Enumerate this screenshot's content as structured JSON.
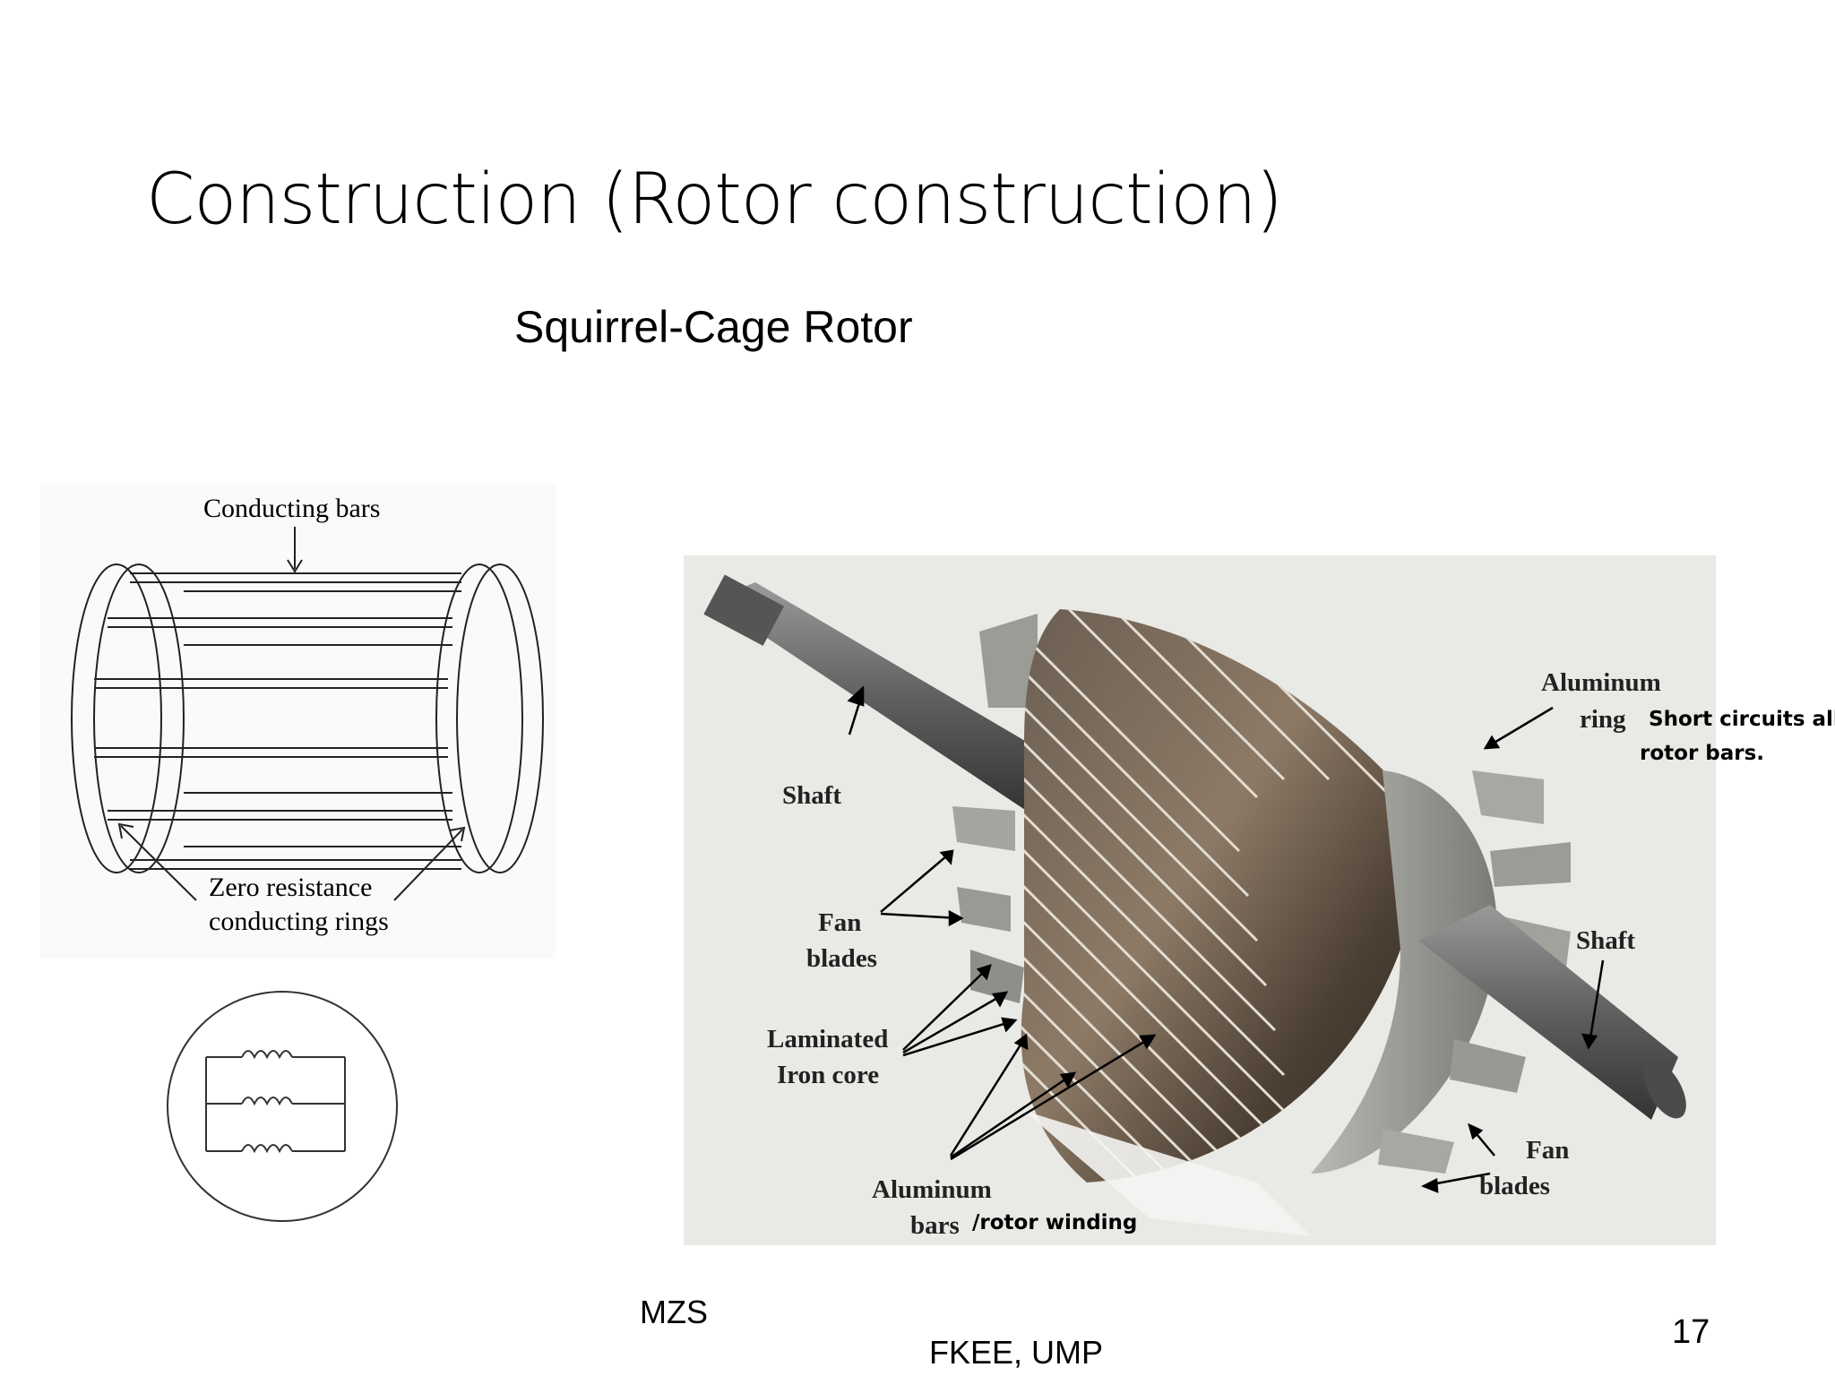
{
  "slide": {
    "title": "Construction (Rotor construction)",
    "subtitle": "Squirrel-Cage Rotor"
  },
  "cage_diagram": {
    "top_label": "Conducting bars",
    "bottom_label_line1": "Zero resistance",
    "bottom_label_line2": "conducting rings"
  },
  "photo": {
    "labels": {
      "shaft_left": "Shaft",
      "fan_blades_left_1": "Fan",
      "fan_blades_left_2": "blades",
      "laminated_1": "Laminated",
      "laminated_2": "Iron core",
      "aluminum_bars_1": "Aluminum",
      "aluminum_bars_2": "bars",
      "aluminum_ring_1": "Aluminum",
      "aluminum_ring_2": "ring",
      "shaft_right": "Shaft",
      "fan_blades_right_1": "Fan",
      "fan_blades_right_2": "blades"
    },
    "notes": {
      "rotor_winding": "/rotor winding",
      "short_circuit_line1": "Short circuits all",
      "short_circuit_line2": "rotor bars."
    }
  },
  "footer": {
    "left": "MZS",
    "center": "FKEE, UMP",
    "page_number": "17"
  }
}
